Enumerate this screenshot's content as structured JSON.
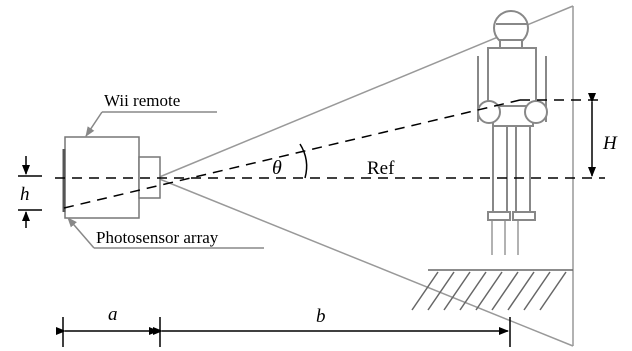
{
  "labels": {
    "wii_remote": "Wii remote",
    "photosensor": "Photosensor array",
    "theta": "θ",
    "ref": "Ref",
    "H": "H",
    "h": "h",
    "a": "a",
    "b": "b"
  }
}
